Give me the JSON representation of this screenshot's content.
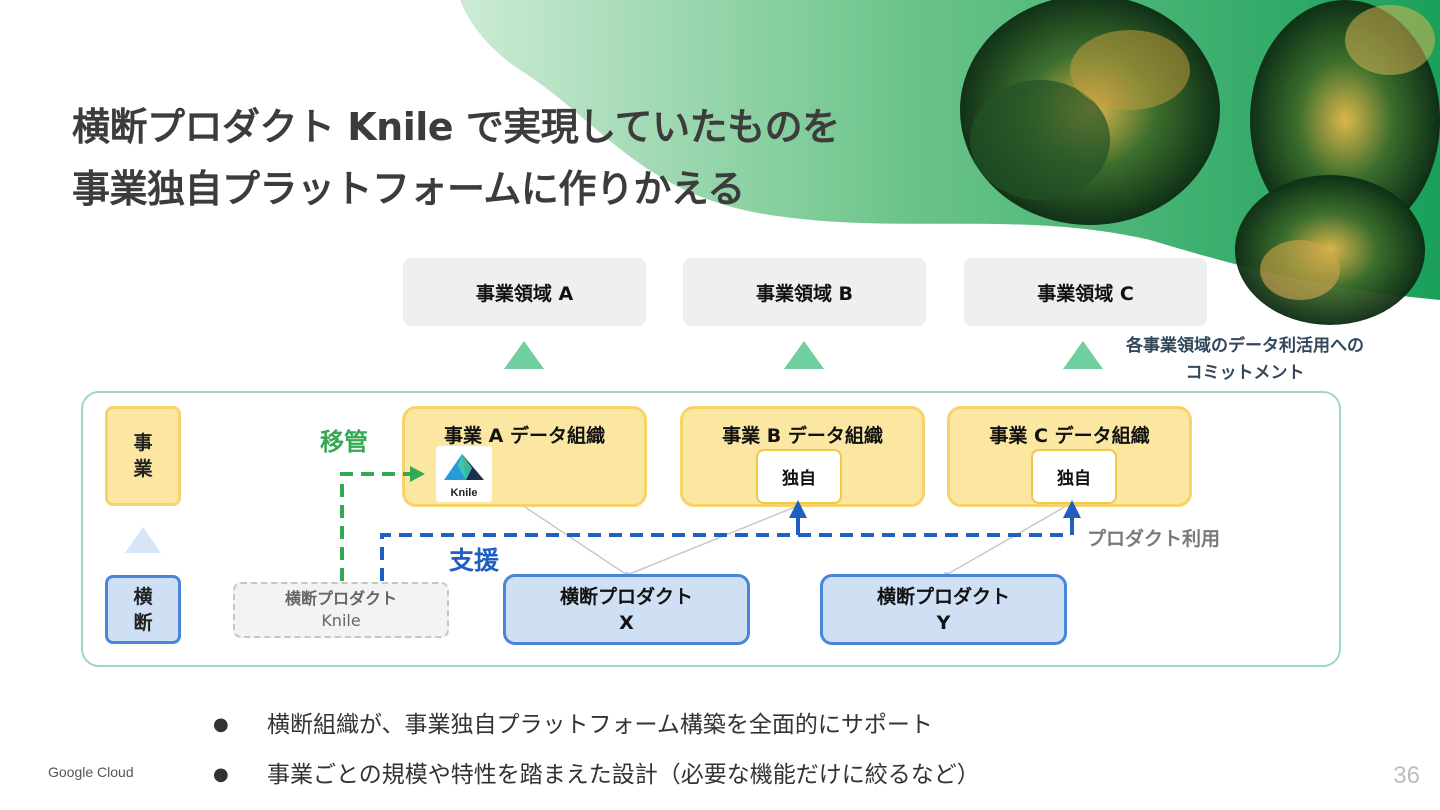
{
  "title": {
    "line1": "横断プロダクト Knile で実現していたものを",
    "line2": "事業独自プラットフォームに作りかえる"
  },
  "domains": [
    "事業領域 A",
    "事業領域 B",
    "事業領域 C"
  ],
  "commit_note": {
    "line1": "各事業領域のデータ利活用への",
    "line2": "コミットメント"
  },
  "side_labels": {
    "business": [
      "事",
      "業"
    ],
    "cross": [
      "横",
      "断"
    ]
  },
  "orgs": [
    {
      "label": "事業 A データ組織",
      "badge": ""
    },
    {
      "label": "事業 B データ組織",
      "badge": "独自"
    },
    {
      "label": "事業 C データ組織",
      "badge": "独自"
    }
  ],
  "knile_logo_text": "Knile",
  "cross_products": [
    {
      "line1": "横断プロダクト",
      "line2": "X"
    },
    {
      "line1": "横断プロダクト",
      "line2": "Y"
    }
  ],
  "knile_old": {
    "line1": "横断プロダクト",
    "line2": "Knile"
  },
  "labels": {
    "move": "移管",
    "support": "支援",
    "product_use": "プロダクト利用"
  },
  "bullets": [
    "横断組織が、事業独自プラットフォーム構築を全面的にサポート",
    "事業ごとの規模や特性を踏まえた設計（必要な機能だけに絞るなど）"
  ],
  "footer": {
    "brand": "Google Cloud",
    "page_number": "36"
  },
  "colors": {
    "accent_green": "#34a853",
    "support_blue": "#1f5fbf",
    "business_yellow": "#fbe7a1",
    "cross_blue": "#cfe0f5"
  }
}
